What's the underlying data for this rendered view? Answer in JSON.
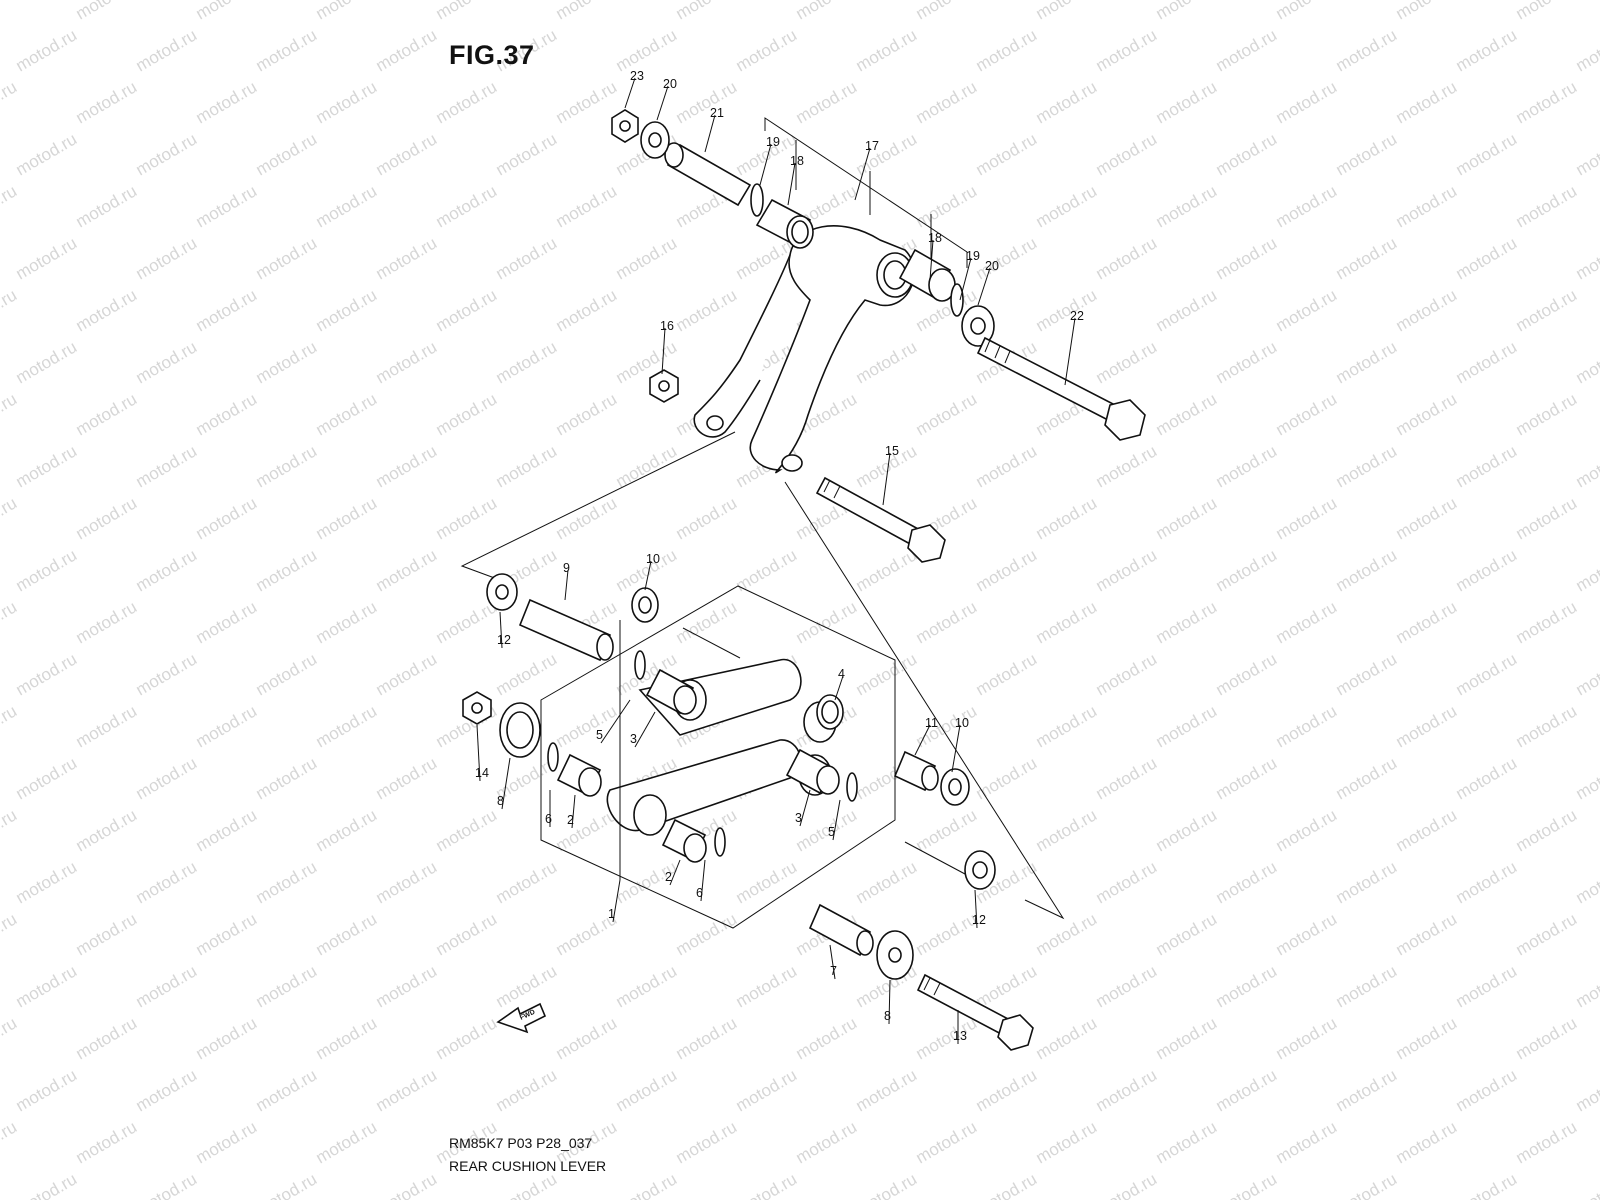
{
  "figure": {
    "title": "FIG.37",
    "code": "RM85K7 P03 P28_037",
    "name": "REAR CUSHION LEVER"
  },
  "watermark": {
    "text": "motod.ru",
    "color": "#d6d6d6"
  },
  "fwd_arrow": {
    "label": "FWD",
    "icon": "fwd-arrow-icon"
  },
  "callouts": [
    "1",
    "2",
    "2",
    "3",
    "3",
    "4",
    "5",
    "5",
    "6",
    "6",
    "7",
    "8",
    "8",
    "9",
    "10",
    "10",
    "11",
    "12",
    "12",
    "13",
    "14",
    "15",
    "16",
    "17",
    "18",
    "18",
    "19",
    "19",
    "20",
    "20",
    "21",
    "22",
    "23"
  ]
}
